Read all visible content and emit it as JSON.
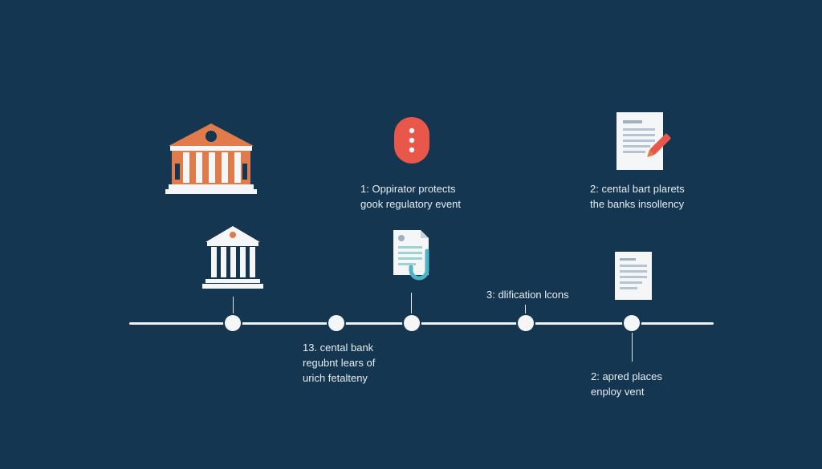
{
  "colors": {
    "background": "#143650",
    "accent_orange": "#e07b4c",
    "accent_red": "#e8574a",
    "timeline": "#eef2f5",
    "text": "#e6edf3"
  },
  "icons": {
    "large_bank": "bank-building-icon",
    "small_bank": "bank-building-icon",
    "alert_pill": "alert-dots-icon",
    "document_hook": "document-hook-icon",
    "document_pen": "document-pen-icon",
    "document_plain": "document-icon"
  },
  "labels": {
    "operator_event": "1: Oppirator protects\ngook regulatory event",
    "central_bank_insolvency": "2: cental bart plarets\nthe banks insollency",
    "central_bank_fatality": "13. cental bank\nregubnt lears of\nurich fetalteny",
    "notification_icons": "3: dlification lcons",
    "applied_places": "2: apred places\nenploy vent"
  }
}
